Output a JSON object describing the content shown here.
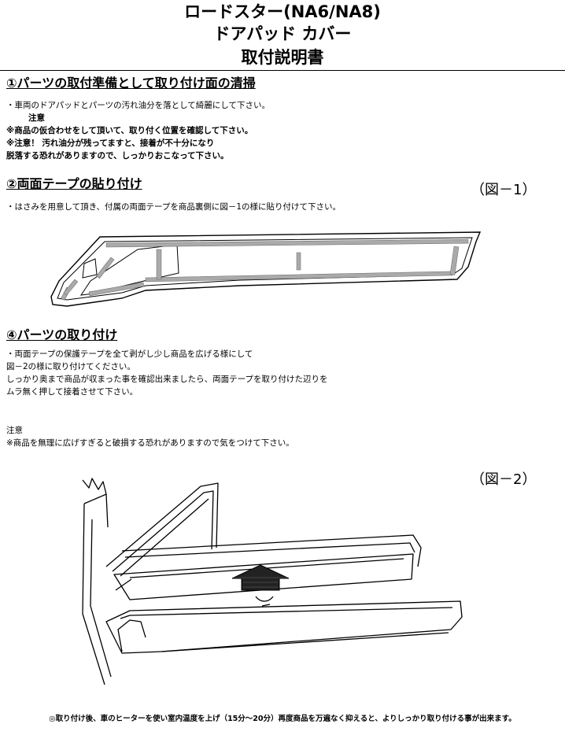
{
  "header": {
    "title_line1": "ロードスター(NA6/NA8)",
    "title_line2": "ドアパッド カバー",
    "title_line3": "取付説明書"
  },
  "section1": {
    "heading": "①パーツの取付準備として取り付け面の清掃",
    "line1": "・車両のドアパッドとパーツの汚れ油分を落として綺麗にして下さい。",
    "line2": "注意",
    "line3": "※商品の仮合わせをして頂いて、取り付く位置を確認して下さい。",
    "line4": "※注意！ 汚れ油分が残ってますと、接着が不十分になり",
    "line5": "脱落する恐れがありますので、しっかりおこなって下さい。"
  },
  "section2": {
    "heading": "②両面テープの貼り付け",
    "figure_label": "（図－1）",
    "line1": "・はさみを用意して頂き、付属の両面テープを商品裏側に図－1の様に貼り付けて下さい。"
  },
  "section4": {
    "heading": "④パーツの取り付け",
    "line1": "・両面テープの保護テープを全て剥がし少し商品を広げる様にして",
    "line2": "図－2の様に取り付けてください。",
    "line3": "しっかり奥まで商品が収まった事を確認出来ましたら、両面テープを取り付けた辺りを",
    "line4": "ムラ無く押して接着させて下さい。",
    "note_title": "注意",
    "note_line": "※商品を無理に広げすぎると破損する恐れがありますので気をつけて下さい。",
    "figure_label": "（図－2）"
  },
  "footer": {
    "text": "◎取り付け後、車のヒーターを使い室内温度を上げ（15分～20分）再度商品を万遍なく抑えると、よりしっかり取り付ける事が出来ます。"
  }
}
